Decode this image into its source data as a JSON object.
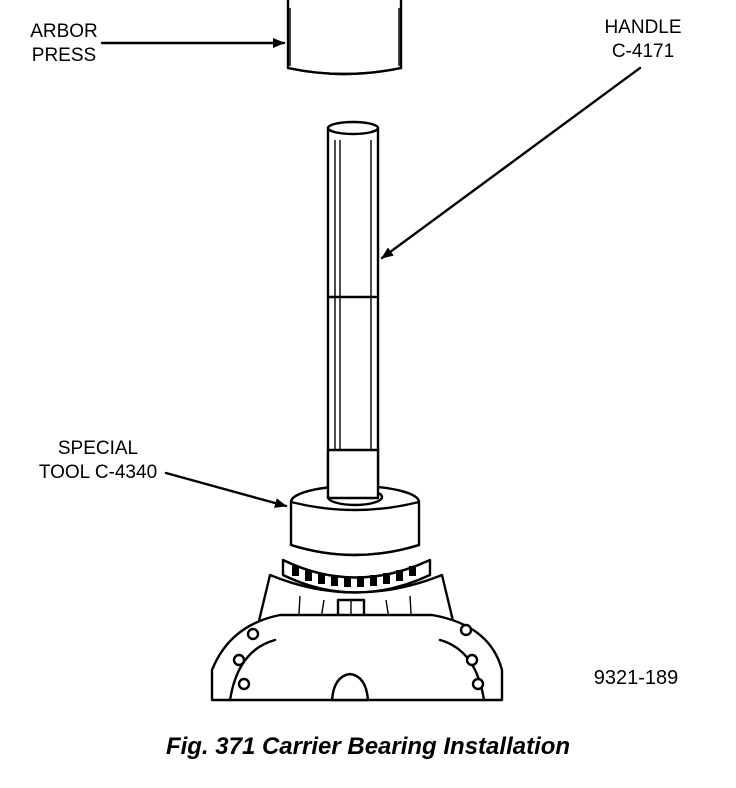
{
  "labels": {
    "arbor_press": [
      "ARBOR",
      "PRESS"
    ],
    "handle": [
      "HANDLE",
      "C-4171"
    ],
    "special_tool": [
      "SPECIAL",
      "TOOL C-4340"
    ]
  },
  "figure_id": "9321-189",
  "caption": "Fig. 371 Carrier Bearing Installation",
  "colors": {
    "ink": "#000000",
    "paper": "#ffffff"
  }
}
